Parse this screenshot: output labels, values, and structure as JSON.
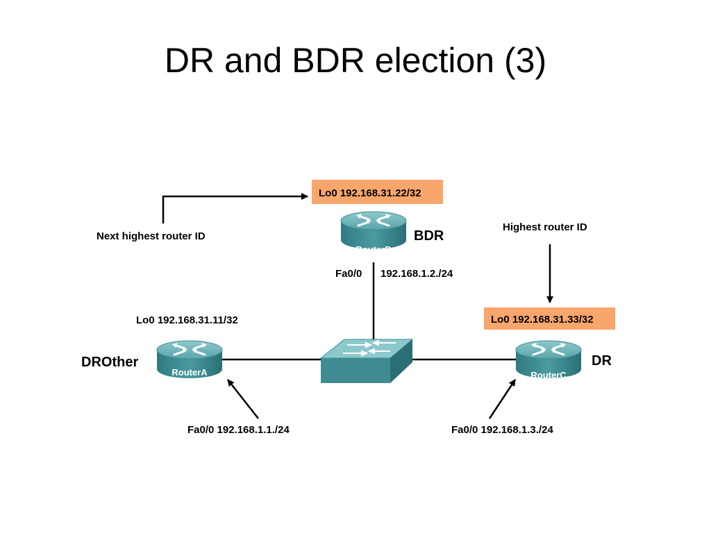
{
  "title": "DR and BDR election (3)",
  "colors": {
    "highlight_box": "#f9a66c",
    "router_body": "#3f8c92",
    "router_top": "#6fb6bb",
    "switch_body": "#4f9aa0",
    "line": "#000000"
  },
  "routers": {
    "a": {
      "name": "RouterA",
      "role": "DROther",
      "loopback": "Lo0 192.168.31.11/32",
      "interface": "Fa0/0 192.168.1.1./24"
    },
    "b": {
      "name": "RouterB",
      "role": "BDR",
      "loopback": "Lo0 192.168.31.22/32",
      "interface_name": "Fa0/0",
      "interface_ip": "192.168.1.2./24"
    },
    "c": {
      "name": "RouterC",
      "role": "DR",
      "loopback": "Lo0 192.168.31.33/32",
      "interface": "Fa0/0 192.168.1.3./24"
    }
  },
  "annotations": {
    "next_highest": "Next highest router ID",
    "highest": "Highest router ID"
  },
  "icons": {
    "router": "router-icon",
    "switch": "switch-icon"
  }
}
